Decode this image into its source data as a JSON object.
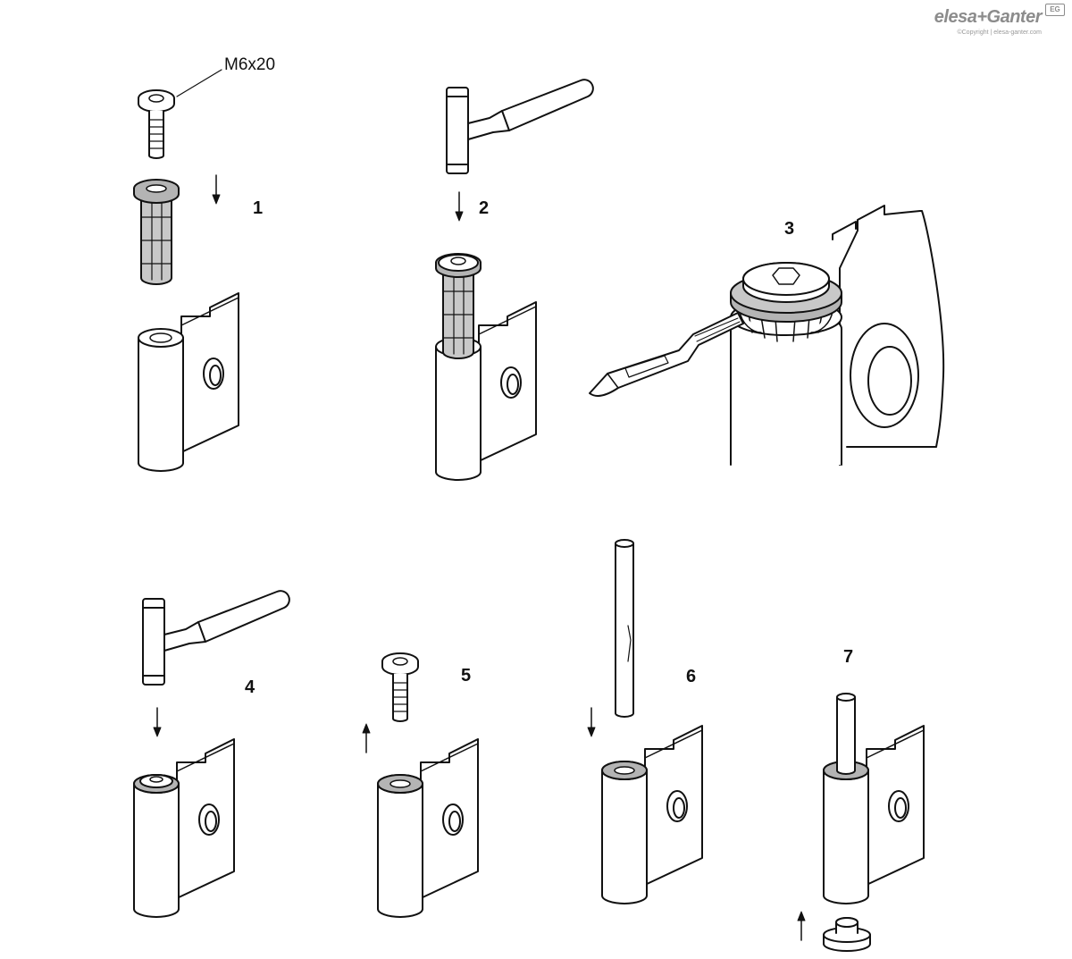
{
  "logo": {
    "brand": "elesa+Ganter",
    "badge": "EG",
    "copyright": "©Copyright | elesa-ganter.com"
  },
  "callout": {
    "screw_size": "M6x20"
  },
  "steps": [
    {
      "number": "1"
    },
    {
      "number": "2"
    },
    {
      "number": "3"
    },
    {
      "number": "4"
    },
    {
      "number": "5"
    },
    {
      "number": "6"
    },
    {
      "number": "7"
    }
  ],
  "colors": {
    "line": "#111111",
    "fill": "#ffffff",
    "sleeve_shade": "#c8c8c8",
    "ring_shade": "#a9a9a9",
    "logo": "#8c8c8c"
  }
}
